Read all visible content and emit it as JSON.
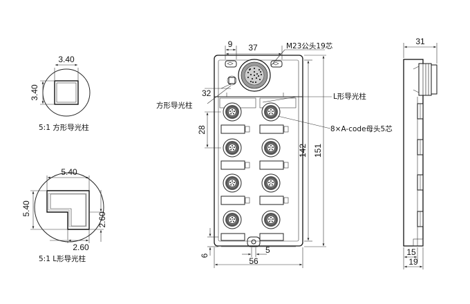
{
  "square_detail": {
    "width_label": "3.40",
    "height_label": "3.40",
    "caption": "5:1 方形导光柱"
  },
  "l_detail": {
    "width_label": "5.40",
    "height_label": "5.40",
    "inner_v_label": "2.60",
    "inner_h_label": "2.60",
    "caption": "5:1 L形导光柱"
  },
  "front_view": {
    "dim_9": "9",
    "dim_37": "37",
    "dim_32": "32",
    "dim_28": "28",
    "dim_142": "142",
    "dim_151": "151",
    "dim_5": "5",
    "dim_6": "6",
    "dim_56": "56",
    "callout_m23": "M23公头19芯",
    "callout_square": "方形导光柱",
    "callout_l": "L形导光柱",
    "callout_ports": "8×A-code母头5芯"
  },
  "side_view": {
    "dim_31": "31",
    "dim_15": "15",
    "dim_19": "19"
  }
}
